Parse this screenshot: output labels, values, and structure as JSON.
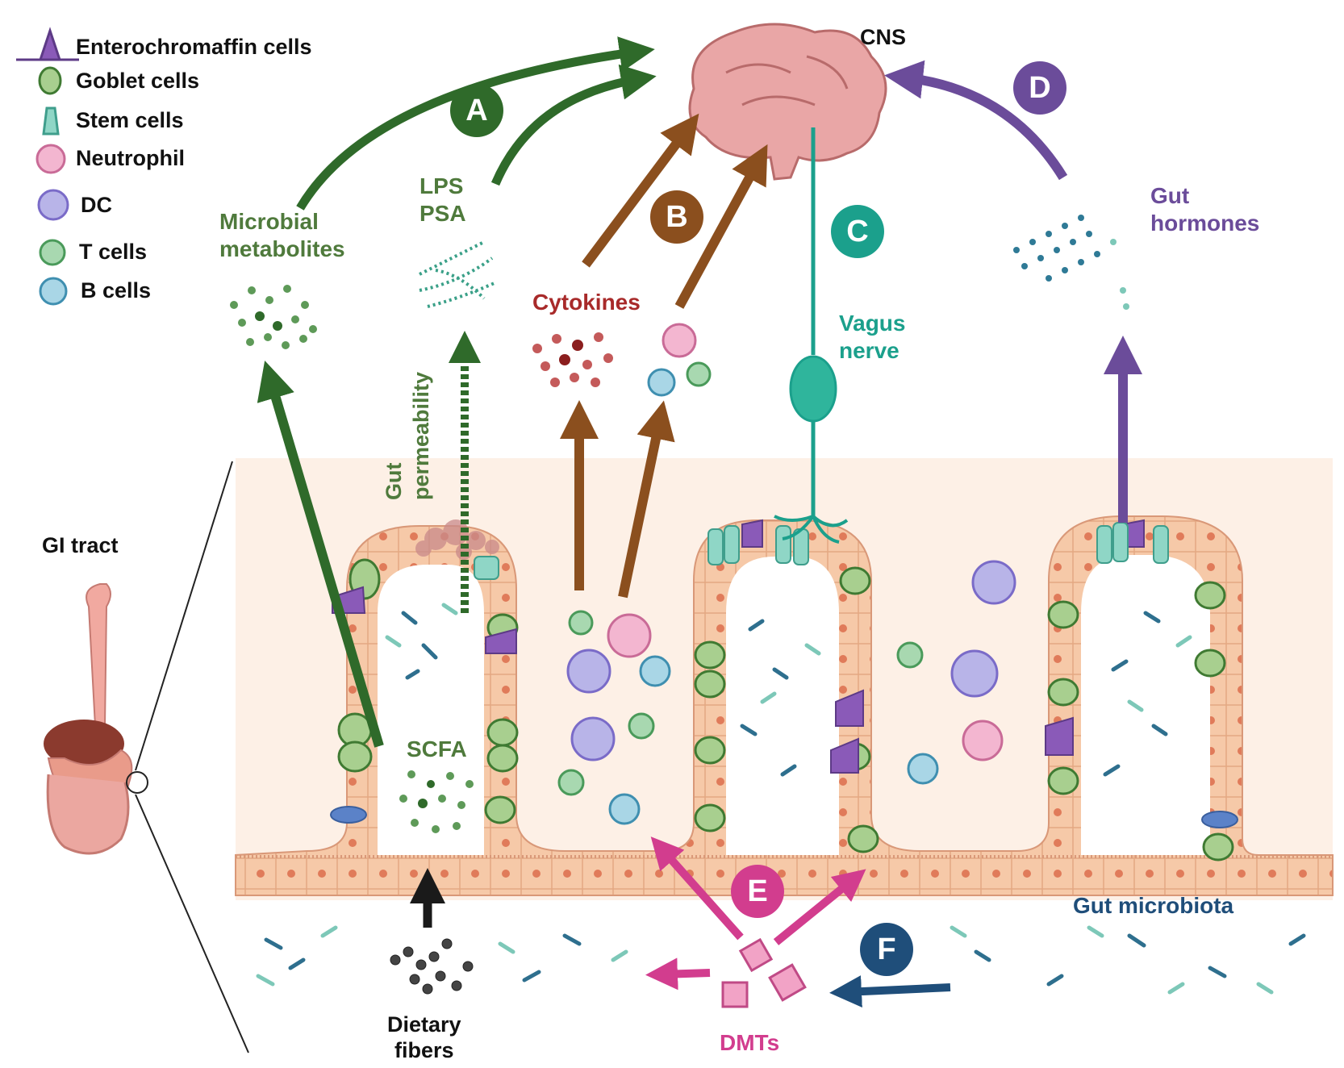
{
  "legend": {
    "enterochromaffin": "Enterochromaffin cells",
    "goblet": "Goblet cells",
    "stem": "Stem cells",
    "neutrophil": "Neutrophil",
    "dc": "DC",
    "tcells": "T cells",
    "bcells": "B cells"
  },
  "labels": {
    "cns": "CNS",
    "microbial_metabolites": "Microbial\nmetabolites",
    "lps_psa": "LPS\nPSA",
    "cytokines": "Cytokines",
    "vagus_nerve": "Vagus\nnerve",
    "gut_hormones": "Gut\nhormones",
    "gi_tract": "GI tract",
    "gut_permeability": "Gut\npermeability",
    "scfa": "SCFA",
    "dietary_fibers": "Dietary\nfibers",
    "dmts": "DMTs",
    "gut_microbiota": "Gut microbiota"
  },
  "badges": {
    "a": "A",
    "b": "B",
    "c": "C",
    "d": "D",
    "e": "E",
    "f": "F"
  },
  "colors": {
    "pathway_a": "#2f6a2a",
    "pathway_b": "#8b4f1e",
    "pathway_c": "#1ba08c",
    "pathway_d": "#6b4c9a",
    "pathway_e": "#d23d8e",
    "pathway_f": "#1f4e7a",
    "tissue": "#fdf0e6",
    "epithelium": "#f6c9a8"
  }
}
